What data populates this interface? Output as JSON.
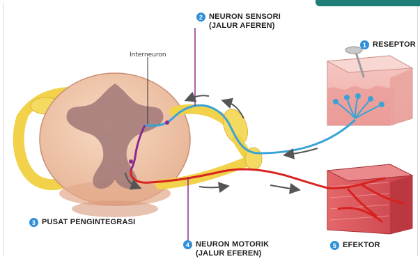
{
  "labels": {
    "reseptor": {
      "number": "1",
      "text": "RESEPTOR"
    },
    "neuron_sensori": {
      "number": "2",
      "line1": "NEURON SENSORI",
      "line2": "(JALUR AFEREN)"
    },
    "pusat": {
      "number": "3",
      "text": "PUSAT PENGINTEGRASI"
    },
    "neuron_motorik": {
      "number": "4",
      "line1": "NEURON MOTORIK",
      "line2": "(JALUR EFEREN)"
    },
    "efektor": {
      "number": "5",
      "text": "EFEKTOR"
    },
    "interneuron": "Interneuron"
  },
  "colors": {
    "badge": "#2f8fd8",
    "sensory": "#3aa3d6",
    "motor": "#d7221f",
    "interneuron": "#8a2a8f",
    "nerve": "#f2d24a",
    "spinal": "#f0c6a8",
    "gray_matter": "#a37a78",
    "skin": "#f3b9b4",
    "muscle": "#d8555a",
    "accent": "#1f7f78"
  }
}
